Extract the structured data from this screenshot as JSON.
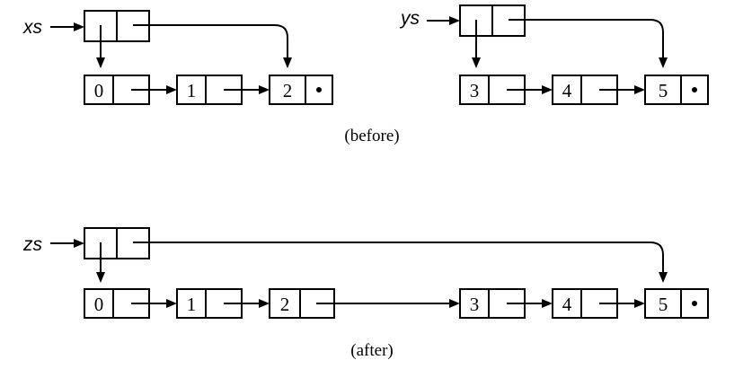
{
  "before": {
    "caption": "(before)",
    "lists": [
      {
        "name": "xs",
        "values": [
          "0",
          "1",
          "2"
        ]
      },
      {
        "name": "ys",
        "values": [
          "3",
          "4",
          "5"
        ]
      }
    ]
  },
  "after": {
    "caption": "(after)",
    "lists": [
      {
        "name": "zs",
        "values": [
          "0",
          "1",
          "2",
          "3",
          "4",
          "5"
        ]
      }
    ]
  }
}
